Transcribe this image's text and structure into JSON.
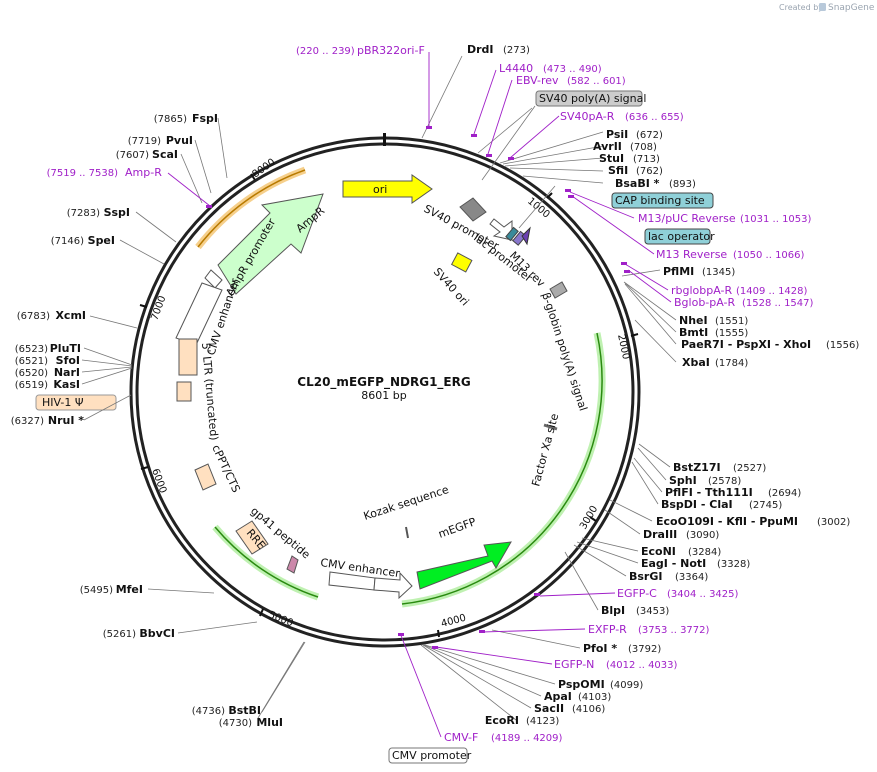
{
  "credit": {
    "prefix": "Created by",
    "brand": "SnapGene"
  },
  "plasmid": {
    "name": "CL20_mEGFP_NDRG1_ERG",
    "length": "8601 bp"
  },
  "ticks": [
    "1000",
    "2000",
    "3000",
    "4000",
    "5000",
    "6000",
    "7000",
    "8000"
  ],
  "features": [
    {
      "id": "ori",
      "label": "ori",
      "color": "#ffff00"
    },
    {
      "id": "ampr",
      "label": "AmpR",
      "color": "#ccffcc"
    },
    {
      "id": "ampr-promoter",
      "label": "AmpR promoter",
      "color": "#ffffff"
    },
    {
      "id": "cmv-enhancer-1",
      "label": "CMV enhancer",
      "color": "#ffffff"
    },
    {
      "id": "ltr",
      "label": "5' LTR (truncated)",
      "color": "#ffe0c0"
    },
    {
      "id": "hiv",
      "label": "HIV-1 Ψ",
      "color": "#ffe0c0"
    },
    {
      "id": "cppt",
      "label": "cPPT/CTS",
      "color": "#ffe0c0"
    },
    {
      "id": "rre",
      "label": "RRE",
      "color": "#ffe0c0"
    },
    {
      "id": "gp41",
      "label": "gp41 peptide",
      "color": "#cc88aa"
    },
    {
      "id": "cmv-enhancer-2",
      "label": "CMV enhancer",
      "color": "#ffffff"
    },
    {
      "id": "cmv-promoter",
      "label": "CMV promoter",
      "color": "#ffffff"
    },
    {
      "id": "kozak",
      "label": "Kozak sequence",
      "color": "#999999"
    },
    {
      "id": "megfp",
      "label": "mEGFP",
      "color": "#00ee22"
    },
    {
      "id": "factor-xa",
      "label": "Factor Xa site",
      "color": "#999999"
    },
    {
      "id": "beta-globin",
      "label": "β-globin poly(A) signal",
      "color": "#999999"
    },
    {
      "id": "sv40-promoter",
      "label": "SV40 promoter",
      "color": "#888888"
    },
    {
      "id": "sv40-ori",
      "label": "SV40 ori",
      "color": "#ffff00"
    },
    {
      "id": "lac-promoter",
      "label": "lac promoter",
      "color": "#ffffff"
    },
    {
      "id": "m13-rev",
      "label": "M13 rev",
      "color": "#ffffff"
    },
    {
      "id": "sv40-polya",
      "label": "SV40 poly(A) signal",
      "color": "#cccccc"
    },
    {
      "id": "cap",
      "label": "CAP binding site",
      "color": "#8fd0d8"
    },
    {
      "id": "lac-op",
      "label": "lac operator",
      "color": "#8fd0d8"
    }
  ],
  "enzymes": [
    {
      "name": "DrdI",
      "pos": "(273)"
    },
    {
      "name": "PsiI",
      "pos": "(672)"
    },
    {
      "name": "AvrII",
      "pos": "(708)"
    },
    {
      "name": "StuI",
      "pos": "(713)"
    },
    {
      "name": "SfiI",
      "pos": "(762)"
    },
    {
      "name": "BsaBI *",
      "pos": "(893)"
    },
    {
      "name": "PflMI",
      "pos": "(1345)"
    },
    {
      "name": "NheI",
      "pos": "(1551)"
    },
    {
      "name": "BmtI",
      "pos": "(1555)"
    },
    {
      "name": "PaeR7I - PspXI - XhoI",
      "pos": "(1556)"
    },
    {
      "name": "XbaI",
      "pos": "(1784)"
    },
    {
      "name": "BstZ17I",
      "pos": "(2527)"
    },
    {
      "name": "SphI",
      "pos": "(2578)"
    },
    {
      "name": "PflFI - Tth111I",
      "pos": "(2694)"
    },
    {
      "name": "BspDI - ClaI",
      "pos": "(2745)"
    },
    {
      "name": "EcoO109I - KflI - PpuMI",
      "pos": "(3002)"
    },
    {
      "name": "DraIII",
      "pos": "(3090)"
    },
    {
      "name": "EcoNI",
      "pos": "(3284)"
    },
    {
      "name": "EagI - NotI",
      "pos": "(3328)"
    },
    {
      "name": "BsrGI",
      "pos": "(3364)"
    },
    {
      "name": "BlpI",
      "pos": "(3453)"
    },
    {
      "name": "PfoI *",
      "pos": "(3792)"
    },
    {
      "name": "PspOMI",
      "pos": "(4099)"
    },
    {
      "name": "ApaI",
      "pos": "(4103)"
    },
    {
      "name": "SacII",
      "pos": "(4106)"
    },
    {
      "name": "EcoRI",
      "pos": "(4123)"
    },
    {
      "name": "BstBI",
      "pos": "(4736)"
    },
    {
      "name": "MluI",
      "pos": "(4730)"
    },
    {
      "name": "BbvCI",
      "pos": "(5261)"
    },
    {
      "name": "MfeI",
      "pos": "(5495)"
    },
    {
      "name": "NruI *",
      "pos": "(6327)"
    },
    {
      "name": "KasI",
      "pos": "(6519)"
    },
    {
      "name": "NarI",
      "pos": "(6520)"
    },
    {
      "name": "SfoI",
      "pos": "(6521)"
    },
    {
      "name": "PluTI",
      "pos": "(6523)"
    },
    {
      "name": "XcmI",
      "pos": "(6783)"
    },
    {
      "name": "SpeI",
      "pos": "(7146)"
    },
    {
      "name": "SspI",
      "pos": "(7283)"
    },
    {
      "name": "ScaI",
      "pos": "(7607)"
    },
    {
      "name": "PvuI",
      "pos": "(7719)"
    },
    {
      "name": "FspI",
      "pos": "(7865)"
    }
  ],
  "primers": [
    {
      "name": "pBR322ori-F",
      "pos": "(220 .. 239)"
    },
    {
      "name": "L4440",
      "pos": "(473 .. 490)"
    },
    {
      "name": "EBV-rev",
      "pos": "(582 .. 601)"
    },
    {
      "name": "SV40pA-R",
      "pos": "(636 .. 655)"
    },
    {
      "name": "M13/pUC Reverse",
      "pos": "(1031 .. 1053)"
    },
    {
      "name": "M13 Reverse",
      "pos": "(1050 .. 1066)"
    },
    {
      "name": "rbglobpA-R",
      "pos": "(1409 .. 1428)"
    },
    {
      "name": "Bglob-pA-R",
      "pos": "(1528 .. 1547)"
    },
    {
      "name": "EGFP-C",
      "pos": "(3404 .. 3425)"
    },
    {
      "name": "EXFP-R",
      "pos": "(3753 .. 3772)"
    },
    {
      "name": "EGFP-N",
      "pos": "(4012 .. 4033)"
    },
    {
      "name": "CMV-F",
      "pos": "(4189 .. 4209)"
    },
    {
      "name": "Amp-R",
      "pos": "(7519 .. 7538)"
    }
  ]
}
